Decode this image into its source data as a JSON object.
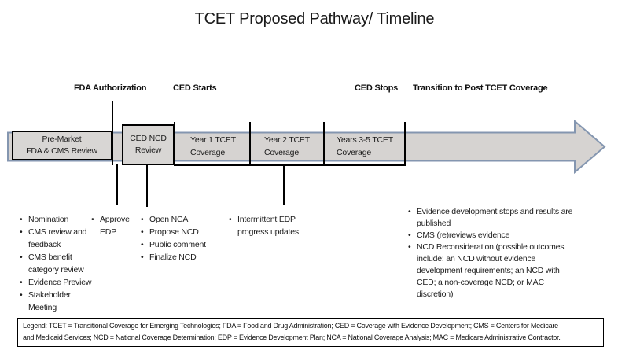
{
  "title": "TCET Proposed Pathway/ Timeline",
  "milestones": {
    "fda_authorization": "FDA Authorization",
    "ced_starts": "CED Starts",
    "ced_stops": "CED Stops",
    "transition": "Transition to Post TCET Coverage"
  },
  "timeline": {
    "premarket": "Pre-Market\nFDA & CMS Review",
    "ced_ncd": "CED NCD\nReview",
    "year1": "Year 1 TCET\nCoverage",
    "year2": "Year 2 TCET\nCoverage",
    "years35": "Years 3-5 TCET\nCoverage"
  },
  "bullets": {
    "premarket": [
      "Nomination",
      "CMS review and feedback",
      "CMS benefit category review",
      "Evidence Preview",
      "Stakeholder Meeting"
    ],
    "approve": [
      "Approve EDP"
    ],
    "nca": [
      "Open NCA",
      "Propose NCD",
      "Public comment",
      "Finalize NCD"
    ],
    "edp": [
      "Intermittent EDP progress updates"
    ],
    "post": [
      "Evidence development stops and results are published",
      "CMS (re)reviews evidence",
      "NCD Reconsideration (possible outcomes include: an NCD without evidence development requirements; an NCD with CED; a non-coverage NCD; or MAC discretion)"
    ]
  },
  "legend": "Legend:  TCET = Transitional Coverage for Emerging Technologies; FDA = Food and Drug Administration; CED = Coverage with Evidence Development; CMS = Centers for Medicare\nand Medicaid Services; NCD = National Coverage Determination; EDP = Evidence Development Plan; NCA = National Coverage Analysis; MAC = Medicare Administrative Contractor.",
  "colors": {
    "arrow_fill": "#d6d3d1",
    "arrow_border": "#8496b0",
    "box_fill": "#d8d6d4",
    "line": "#000000"
  }
}
